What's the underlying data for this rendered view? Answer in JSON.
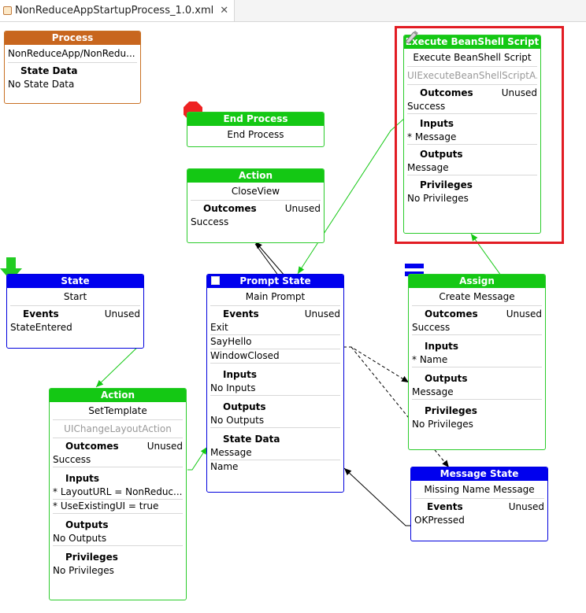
{
  "tab": {
    "title": "NonReduceAppStartupProcess_1.0.xml",
    "close": "✕"
  },
  "process": {
    "header": "Process",
    "name": "NonReduceApp/NonRedu...",
    "state_data_title": "State Data",
    "state_data_value": "No State Data"
  },
  "end_process": {
    "header": "End Process",
    "name": "End Process"
  },
  "action_close": {
    "header": "Action",
    "name": "CloseView",
    "outcomes_title": "Outcomes",
    "unused": "Unused",
    "outcome": "Success"
  },
  "execute_script": {
    "header": "Execute BeanShell Script",
    "name": "Execute BeanShell Script",
    "action_class": "UIExecuteBeanShellScriptA...",
    "outcomes_title": "Outcomes",
    "unused": "Unused",
    "outcome": "Success",
    "inputs_title": "Inputs",
    "input": "* Message",
    "outputs_title": "Outputs",
    "output": "Message",
    "privileges_title": "Privileges",
    "privilege": "No Privileges"
  },
  "state_start": {
    "header": "State",
    "name": "Start",
    "events_title": "Events",
    "unused": "Unused",
    "event": "StateEntered"
  },
  "prompt_state": {
    "header": "Prompt State",
    "name": "Main Prompt",
    "events_title": "Events",
    "unused": "Unused",
    "events": [
      "Exit",
      "SayHello",
      "WindowClosed"
    ],
    "inputs_title": "Inputs",
    "input": "No Inputs",
    "outputs_title": "Outputs",
    "output": "No Outputs",
    "state_data_title": "State Data",
    "state_data": [
      "Message",
      "Name"
    ]
  },
  "assign": {
    "header": "Assign",
    "name": "Create Message",
    "outcomes_title": "Outcomes",
    "unused": "Unused",
    "outcome": "Success",
    "inputs_title": "Inputs",
    "input": "* Name",
    "outputs_title": "Outputs",
    "output": "Message",
    "privileges_title": "Privileges",
    "privilege": "No Privileges"
  },
  "action_set": {
    "header": "Action",
    "name": "SetTemplate",
    "action_class": "UIChangeLayoutAction",
    "outcomes_title": "Outcomes",
    "unused": "Unused",
    "outcome": "Success",
    "inputs_title": "Inputs",
    "inputs": [
      "* LayoutURL = NonReduc...",
      "* UseExistingUI = true"
    ],
    "outputs_title": "Outputs",
    "output": "No Outputs",
    "privileges_title": "Privileges",
    "privilege": "No Privileges"
  },
  "message_state": {
    "header": "Message State",
    "name": "Missing Name Message",
    "events_title": "Events",
    "unused": "Unused",
    "event": "OKPressed"
  },
  "colors": {
    "green": "#14c814",
    "blue": "#0000ee",
    "orange": "#c8661e",
    "highlight": "#e21c23"
  }
}
